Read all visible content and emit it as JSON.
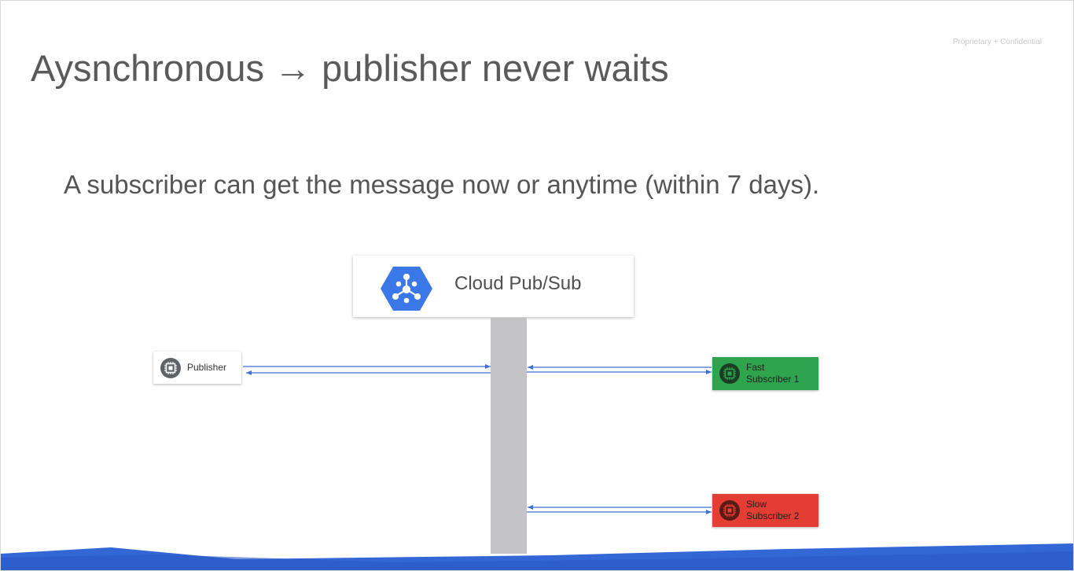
{
  "slide": {
    "confidential": "Proprietary + Confidential",
    "title": "Aysnchronous → publisher never waits",
    "subtitle": "A subscriber can get the message now or anytime (within 7 days)."
  },
  "diagram": {
    "service": {
      "label": "Cloud Pub/Sub",
      "icon": "pubsub-hexagon-icon"
    },
    "publisher": {
      "label": "Publisher",
      "icon": "chip-icon"
    },
    "subscribers": [
      {
        "line1": "Fast",
        "line2": "Subscriber 1",
        "color": "#2ea44f",
        "icon": "chip-icon"
      },
      {
        "line1": "Slow",
        "line2": "Subscriber 2",
        "color": "#e43d33",
        "icon": "chip-icon"
      }
    ]
  },
  "colors": {
    "arrow": "#3d6fd6",
    "pillar": "#c4c3c5",
    "service_icon": "#3b78e7",
    "accent_bar": "#3367d6"
  }
}
